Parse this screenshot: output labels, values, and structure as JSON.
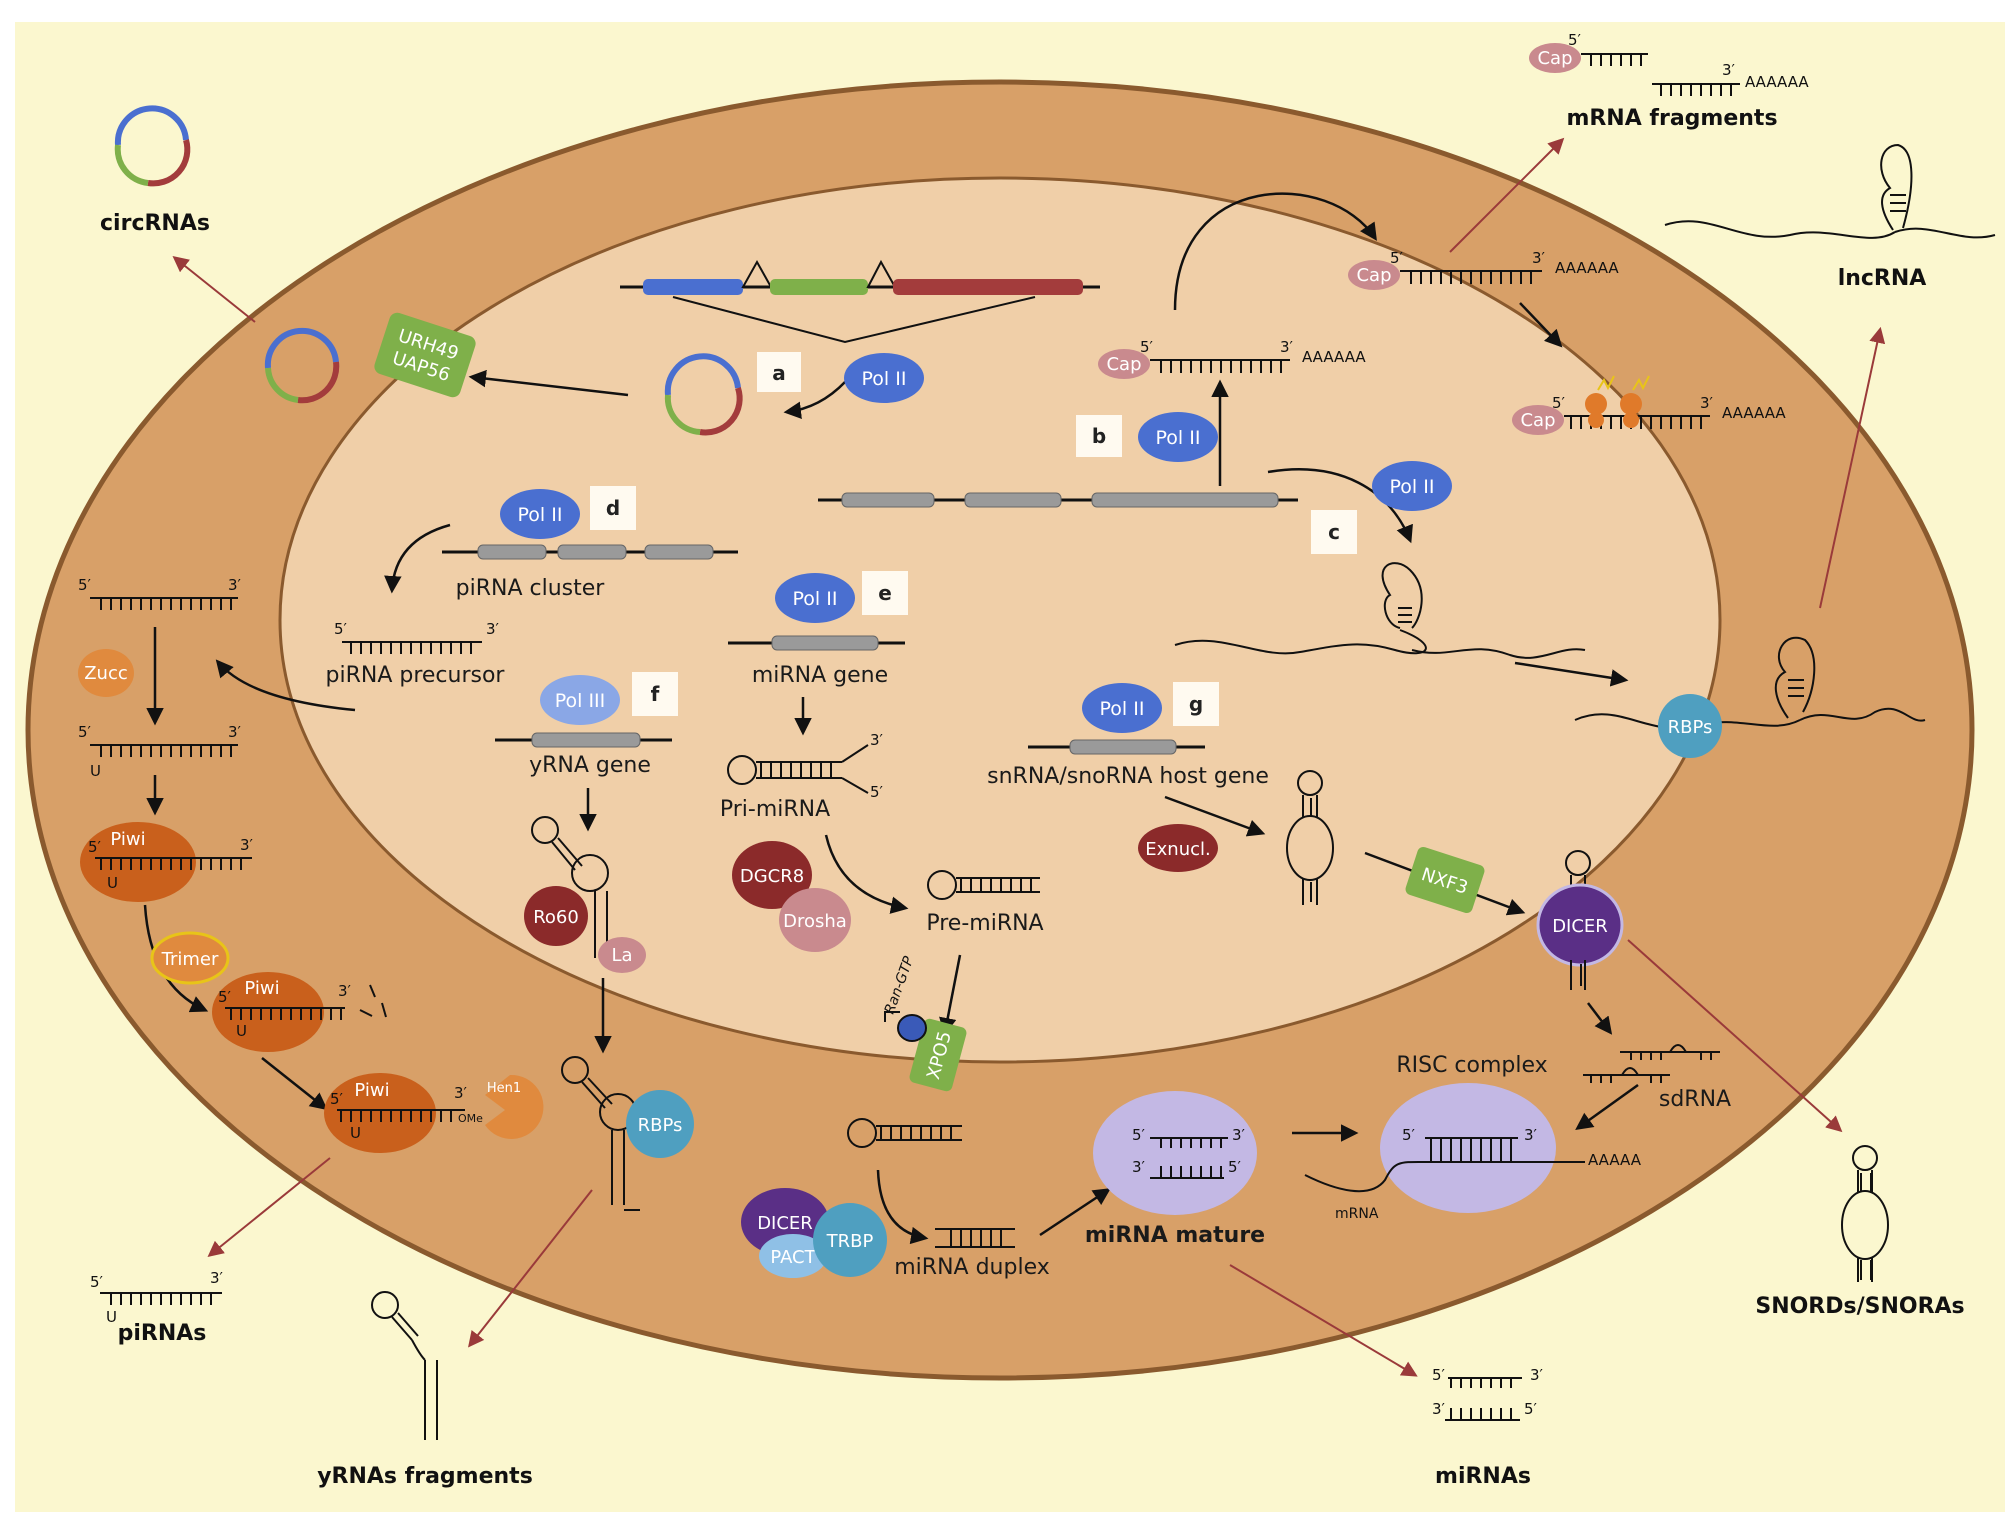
{
  "external": {
    "circrnas": "circRNAs",
    "mrna_fragments": "mRNA fragments",
    "lncrna": "lncRNA",
    "pirnas": "piRNAs",
    "yrnas_fragments": "yRNAs fragments",
    "mirnas": "miRNAs",
    "snords": "SNORDs/SNORAs"
  },
  "steps": {
    "a": "a",
    "b": "b",
    "c": "c",
    "d": "d",
    "e": "e",
    "f": "f",
    "g": "g"
  },
  "proteins": {
    "pol_ii": "Pol II",
    "pol_iii": "Pol III",
    "urh49": "URH49",
    "uap56": "UAP56",
    "zucc": "Zucc",
    "piwi": "Piwi",
    "trimer": "Trimer",
    "hen1": "Hen1",
    "ome": "OMe",
    "ro60": "Ro60",
    "la": "La",
    "rbps": "RBPs",
    "dgcr8": "DGCR8",
    "drosha": "Drosha",
    "ran_gtp": "Ran-GTP",
    "xpo5": "XPO5",
    "dicer": "DICER",
    "pact": "PACT",
    "trbp": "TRBP",
    "exnucl": "Exnucl.",
    "nxf3": "NXF3",
    "cap": "Cap"
  },
  "labels": {
    "pirna_cluster": "piRNA cluster",
    "pirna_precursor": "piRNA precursor",
    "mirna_gene": "miRNA gene",
    "yrna_gene": "yRNA gene",
    "pri_mirna": "Pri-miRNA",
    "pre_mirna": "Pre-miRNA",
    "snrna_host": "snRNA/snoRNA host gene",
    "mirna_duplex": "miRNA duplex",
    "mirna_mature": "miRNA mature",
    "risc_complex": "RISC complex",
    "sdrna": "sdRNA",
    "mrna": "mRNA",
    "five_prime": "5′",
    "three_prime": "3′",
    "u": "U",
    "polya": "AAAAAA",
    "polya_short": "AAAAA"
  },
  "colors": {
    "background": "#fbf7cf",
    "cytoplasm": "#d8a068",
    "nucleus": "#f0cfa8",
    "pol_ii": "#4a6fd0",
    "pol_iii": "#8aa7e6",
    "green_protein": "#7fb04a",
    "piwi": "#c9601c",
    "dark_red": "#8b2a2a",
    "rose": "#c98a8e",
    "teal": "#4f9fc0",
    "purple": "#5a2f86",
    "lavender": "#c3b8e4",
    "orange": "#e08a3e",
    "arrow_red": "#9a3a3a"
  }
}
